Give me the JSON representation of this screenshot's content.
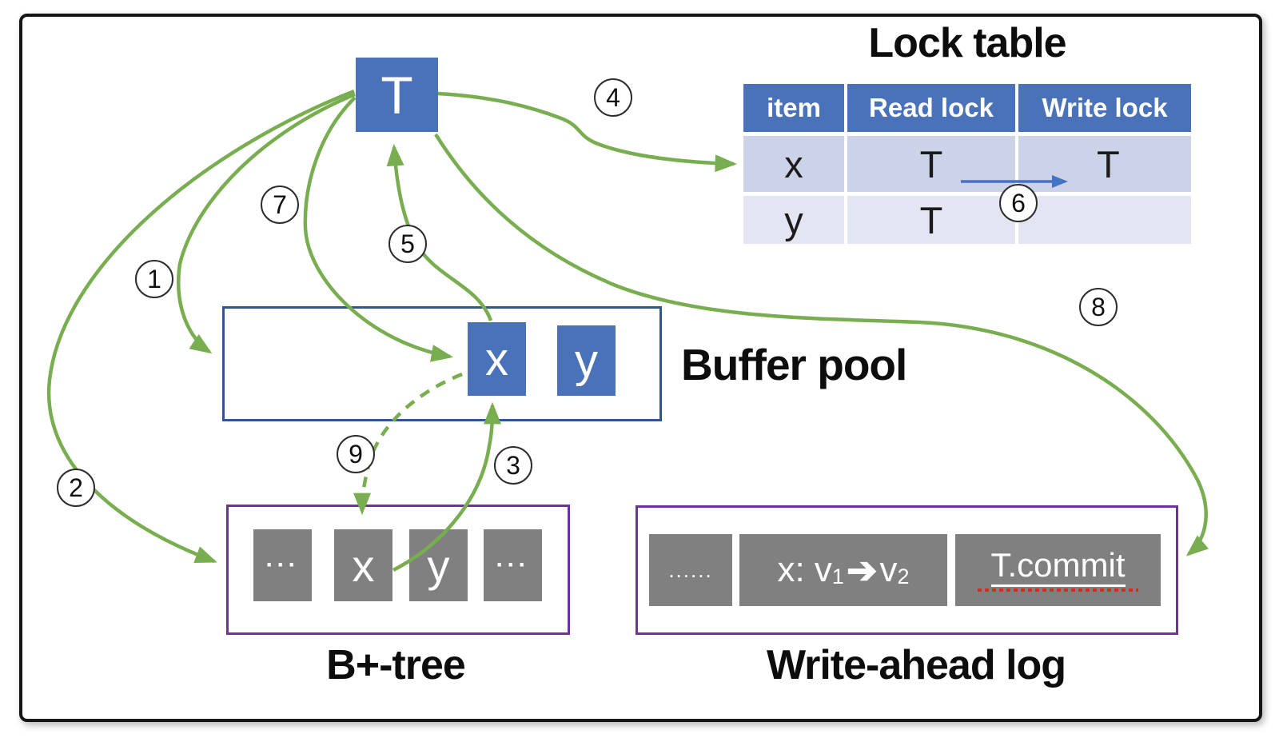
{
  "colors": {
    "entity_blue": "#4a72b9",
    "buffer_border_blue": "#2f5597",
    "storage_border_purple": "#7030a0",
    "block_gray": "#808080",
    "arrow_green": "#79ae50",
    "lock_transfer_blue": "#4472c4"
  },
  "transaction": {
    "label": "T"
  },
  "lock_table": {
    "title": "Lock table",
    "headers": [
      "item",
      "Read lock",
      "Write lock"
    ],
    "rows": [
      {
        "item": "x",
        "read_lock": "T",
        "write_lock": "T"
      },
      {
        "item": "y",
        "read_lock": "T",
        "write_lock": ""
      }
    ]
  },
  "buffer_pool": {
    "label": "Buffer pool",
    "pages": [
      "x",
      "y"
    ]
  },
  "btree": {
    "label": "B+-tree",
    "nodes": [
      "···",
      "x",
      "y",
      "···"
    ]
  },
  "wal": {
    "label": "Write-ahead log",
    "entries": {
      "older": "......",
      "update": {
        "target": "x: v",
        "from_sub": "1",
        "arrow": "➔",
        "to": "v",
        "to_sub": "2"
      },
      "commit": "T.commit"
    }
  },
  "steps": [
    "1",
    "2",
    "3",
    "4",
    "5",
    "6",
    "7",
    "8",
    "9"
  ]
}
